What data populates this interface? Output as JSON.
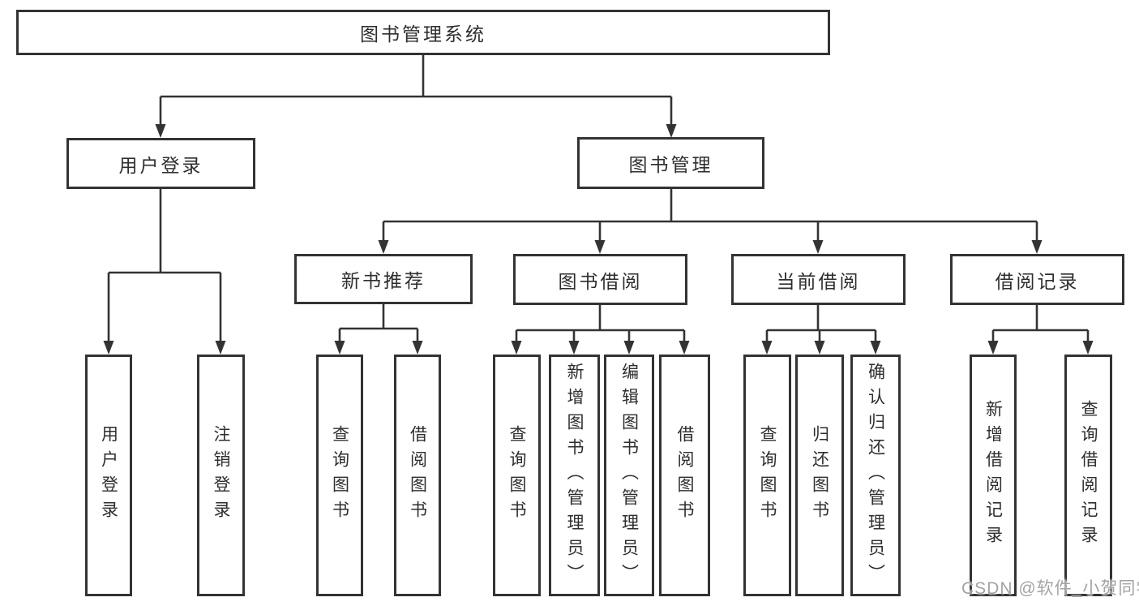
{
  "tree": {
    "root": "图书管理系统",
    "branches": [
      {
        "label": "用户登录",
        "children": [
          "用户登录",
          "注销登录"
        ]
      },
      {
        "label": "图书管理",
        "sections": [
          {
            "label": "新书推荐",
            "children": [
              "查询图书",
              "借阅图书"
            ]
          },
          {
            "label": "图书借阅",
            "children": [
              "查询图书",
              "新增图书（管理员）",
              "编辑图书（管理员）",
              "借阅图书"
            ]
          },
          {
            "label": "当前借阅",
            "children": [
              "查询图书",
              "归还图书",
              "确认归还（管理员）"
            ]
          },
          {
            "label": "借阅记录",
            "children": [
              "新增借阅记录",
              "查询借阅记录"
            ]
          }
        ]
      }
    ]
  },
  "watermark": "CSDN @软件_小贺同学",
  "colors": {
    "background": "#ffffff",
    "line": "#333333",
    "box_border": "#333333",
    "text": "#2e2e2e",
    "watermark": "#a3a3a3"
  }
}
